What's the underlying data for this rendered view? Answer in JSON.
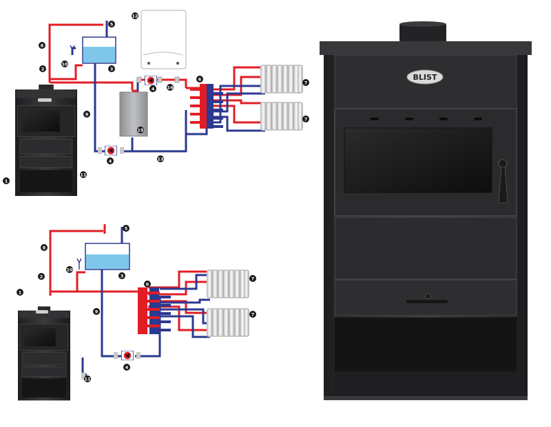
{
  "brand": {
    "logo_text": "BLIST"
  },
  "diagram_top": {
    "labels": [
      "1",
      "2",
      "3",
      "4",
      "4",
      "5",
      "6",
      "7",
      "7",
      "8",
      "9",
      "10",
      "11",
      "12",
      "13",
      "14",
      "15"
    ]
  },
  "diagram_bottom": {
    "labels": [
      "1",
      "2",
      "3",
      "4",
      "5",
      "6",
      "7",
      "7",
      "8",
      "9",
      "10",
      "11"
    ]
  },
  "colors": {
    "hot_pipe": "#e21d24",
    "cold_pipe": "#2b3990",
    "stove_body": "#2a2a2c",
    "tank_water": "#7fc7ea",
    "buffer_tank": "#a7a9ac",
    "marker": "#1a1a1a"
  }
}
